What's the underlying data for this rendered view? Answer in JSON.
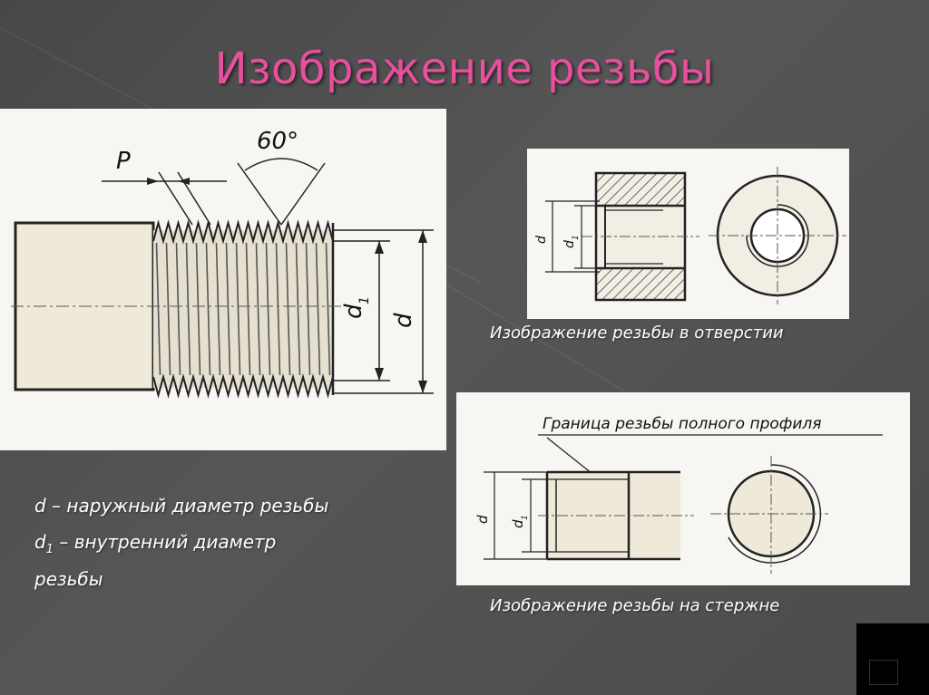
{
  "slide": {
    "title": "Изображение резьбы"
  },
  "figure_main": {
    "label_pitch": "P",
    "label_angle": "60°",
    "label_d": "d",
    "label_d1": "d",
    "label_d1_sub": "1"
  },
  "figure_hole": {
    "label_d": "d",
    "label_d1": "d",
    "label_d1_sub": "1",
    "caption": "Изображение резьбы в отверстии"
  },
  "figure_rod": {
    "note": "Граница резьбы полного профиля",
    "label_d": "d",
    "label_d1": "d",
    "label_d1_sub": "1",
    "caption": "Изображение резьбы на стержне"
  },
  "legend": {
    "line1": "d – наружный диаметр резьбы",
    "line2_symbol": "d",
    "line2_sub": "1",
    "line2_text": " – внутренний диаметр",
    "line3": "резьбы"
  },
  "colors": {
    "title": "#e8509e",
    "background": "#4f4f4f",
    "panel": "#f7f6f2"
  }
}
